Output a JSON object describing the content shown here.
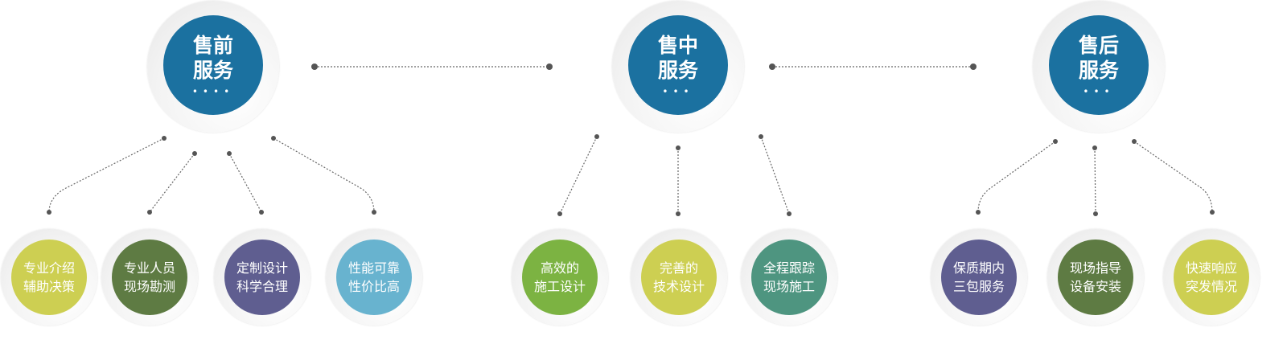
{
  "groups": [
    {
      "title": [
        "售前",
        "服务"
      ],
      "dots": "••••",
      "color": "#1b71a0",
      "items": [
        {
          "lines": [
            "专业介绍",
            "辅助决策"
          ],
          "color": "#cdcf52"
        },
        {
          "lines": [
            "专业人员",
            "现场勘测"
          ],
          "color": "#5e7b43"
        },
        {
          "lines": [
            "定制设计",
            "科学合理"
          ],
          "color": "#5f5e90"
        },
        {
          "lines": [
            "性能可靠",
            "性价比高"
          ],
          "color": "#68b3cf"
        }
      ]
    },
    {
      "title": [
        "售中",
        "服务"
      ],
      "dots": "•••",
      "color": "#1b71a0",
      "items": [
        {
          "lines": [
            "高效的",
            "施工设计"
          ],
          "color": "#7cb342"
        },
        {
          "lines": [
            "完善的",
            "技术设计"
          ],
          "color": "#cdcf52"
        },
        {
          "lines": [
            "全程跟踪",
            "现场施工"
          ],
          "color": "#4e9580"
        }
      ]
    },
    {
      "title": [
        "售后",
        "服务"
      ],
      "dots": "•••",
      "color": "#1b71a0",
      "items": [
        {
          "lines": [
            "保质期内",
            "三包服务"
          ],
          "color": "#5f5e90"
        },
        {
          "lines": [
            "现场指导",
            "设备安装"
          ],
          "color": "#5e7b43"
        },
        {
          "lines": [
            "快速响应",
            "突发情况"
          ],
          "color": "#cdcf52"
        }
      ]
    }
  ]
}
